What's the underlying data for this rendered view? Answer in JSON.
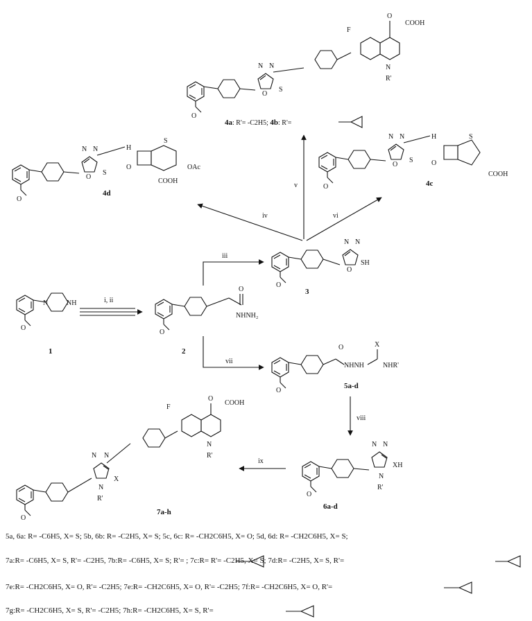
{
  "compounds": {
    "c1": "1",
    "c2": "2",
    "c3": "3",
    "c4a_label": "4a",
    "c4b_label": "4b",
    "c4a_text": ": R'= -C2H5; ",
    "c4b_text": ": R'=",
    "c4c": "4c",
    "c4d": "4d",
    "c5": "5a-d",
    "c6": "6a-d",
    "c7": "7a-h"
  },
  "steps": {
    "i_ii": "i, ii",
    "iii": "iii",
    "iv": "iv",
    "v": "v",
    "vi": "vi",
    "vii": "vii",
    "viii": "viii",
    "ix": "ix"
  },
  "atoms": {
    "F": "F",
    "O": "O",
    "COOH": "COOH",
    "N": "N",
    "NH": "NH",
    "S": "S",
    "SH": "SH",
    "OAc": "OAc",
    "Rp": "R'",
    "X": "X",
    "XH": "XH",
    "NHNH2": "NHNH₂",
    "NHNH": "NHNH",
    "NHRp": "NHR'",
    "H": "H"
  },
  "legend": {
    "line1": "5a, 6a: R= -C6H5, X= S; 5b, 6b: R= -C2H5, X= S; 5c, 6c: R= -CH2C6H5, X= O; 5d, 6d: R= -CH2C6H5, X= S;",
    "line2": "7a:R= -C6H5, X= S, R'= -C2H5,   7b:R= -C6H5, X= S; R'=             ; 7c:R= R'= -C2H5, X= S; 7d:R= -C2H5, X= S, R'=",
    "line3": "7e:R= -CH2C6H5, X= O, R'= -C2H5;  7e:R= -CH2C6H5, X= O, R'= -C2H5; 7f:R= -CH2C6H5, X= O, R'=",
    "line4": "7g:R= -CH2C6H5, X= S, R'= -C2H5;  7h:R= -CH2C6H5, X= S, R'="
  }
}
